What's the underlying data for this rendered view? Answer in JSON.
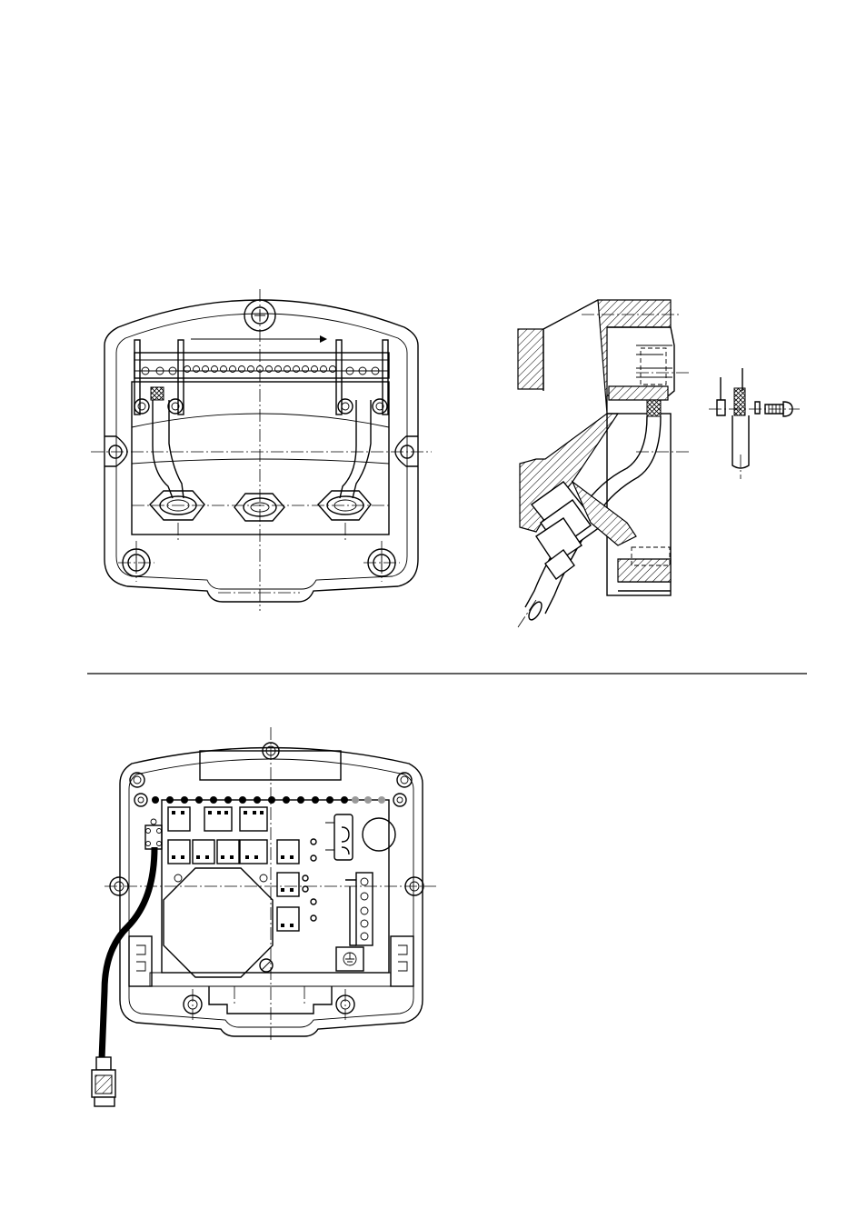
{
  "figures": [
    {
      "id": "terminal-housing-front",
      "kind": "line drawing"
    },
    {
      "id": "housing-cross-section",
      "kind": "line drawing"
    },
    {
      "id": "cable-shield-detail",
      "kind": "line drawing"
    },
    {
      "id": "pcb-housing-with-coax",
      "kind": "line drawing"
    }
  ],
  "separator": true
}
